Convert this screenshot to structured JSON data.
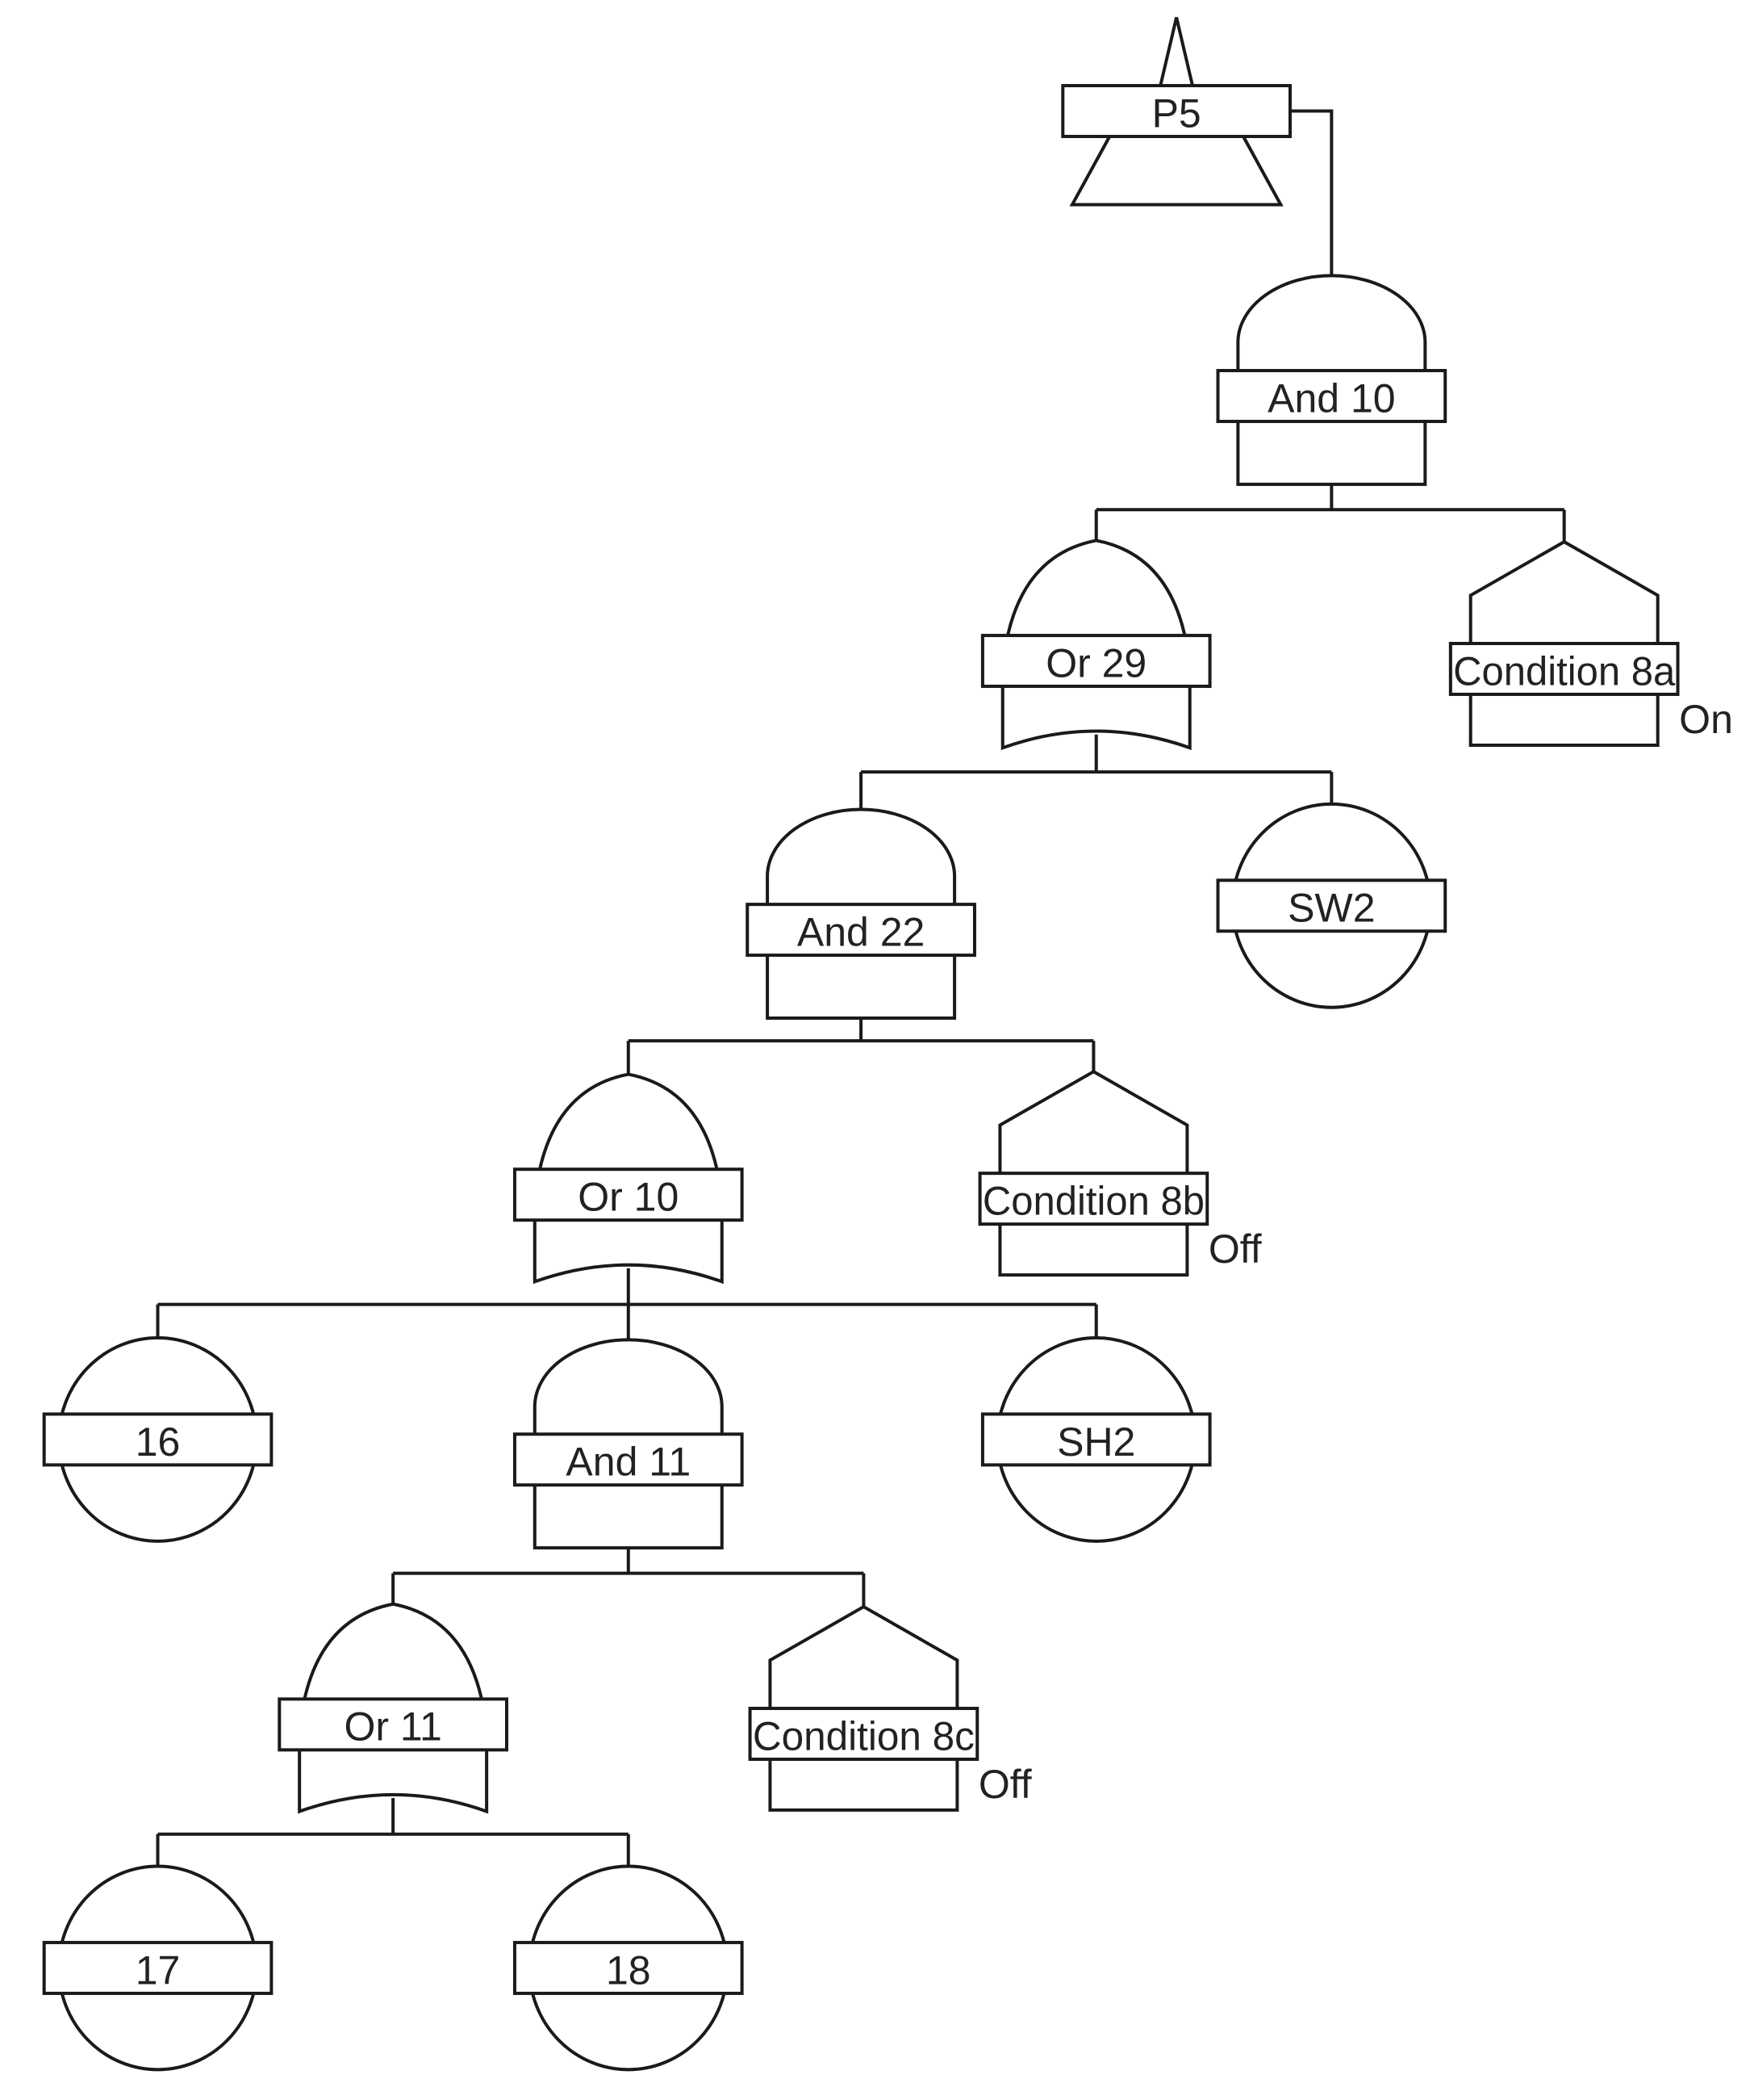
{
  "nodes": [
    {
      "id": "p5",
      "type": "transfer",
      "label": "P5"
    },
    {
      "id": "and10",
      "type": "and",
      "label": "And 10"
    },
    {
      "id": "or29",
      "type": "or",
      "label": "Or 29"
    },
    {
      "id": "cond8a",
      "type": "condition",
      "label": "Condition 8a",
      "state": "On"
    },
    {
      "id": "and22",
      "type": "and",
      "label": "And 22"
    },
    {
      "id": "sw2",
      "type": "basic",
      "label": "SW2"
    },
    {
      "id": "or10",
      "type": "or",
      "label": "Or 10"
    },
    {
      "id": "cond8b",
      "type": "condition",
      "label": "Condition 8b",
      "state": "Off"
    },
    {
      "id": "e16",
      "type": "basic",
      "label": "16"
    },
    {
      "id": "and11",
      "type": "and",
      "label": "And 11"
    },
    {
      "id": "sh2",
      "type": "basic",
      "label": "SH2"
    },
    {
      "id": "or11",
      "type": "or",
      "label": "Or 11"
    },
    {
      "id": "cond8c",
      "type": "condition",
      "label": "Condition 8c",
      "state": "Off"
    },
    {
      "id": "e17",
      "type": "basic",
      "label": "17"
    },
    {
      "id": "e18",
      "type": "basic",
      "label": "18"
    }
  ],
  "edges": [
    [
      "p5",
      "and10"
    ],
    [
      "and10",
      "or29"
    ],
    [
      "and10",
      "cond8a"
    ],
    [
      "or29",
      "and22"
    ],
    [
      "or29",
      "sw2"
    ],
    [
      "and22",
      "or10"
    ],
    [
      "and22",
      "cond8b"
    ],
    [
      "or10",
      "e16"
    ],
    [
      "or10",
      "and11"
    ],
    [
      "or10",
      "sh2"
    ],
    [
      "and11",
      "or11"
    ],
    [
      "and11",
      "cond8c"
    ],
    [
      "or11",
      "e17"
    ],
    [
      "or11",
      "e18"
    ]
  ]
}
